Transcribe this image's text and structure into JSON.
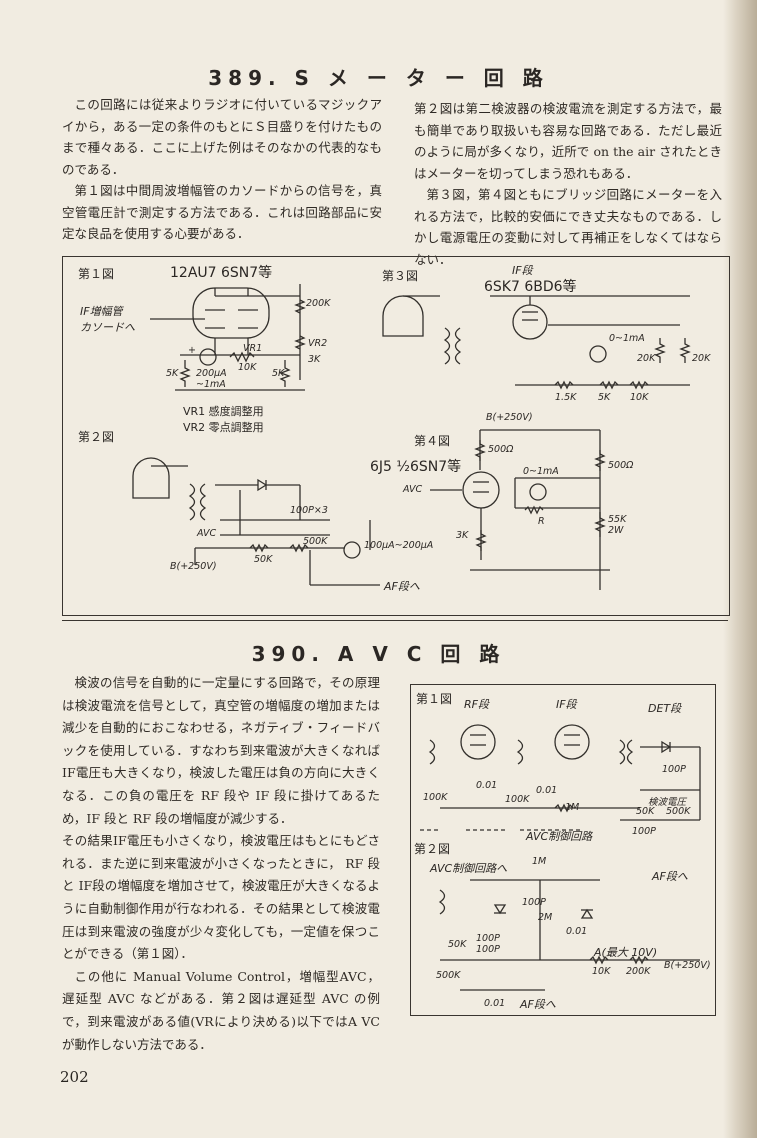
{
  "sec389": {
    "title": "389. S メ ー タ ー 回 路",
    "left_p1": "この回路には従来よりラジオに付いているマジックアイから，ある一定の条件のもとにＳ目盛りを付けたものまで種々ある．ここに上げた例はそのなかの代表的なものである．",
    "left_p2": "第１図は中間周波増幅管のカソードからの信号を，真空管電圧計で測定する方法である．これは回路部品に安定な良品を使用する心要がある．",
    "right_p1": "第２図は第二検波器の検波電流を測定する方法で，最も簡単であり取扱いも容易な回路である．ただし最近のように局が多くなり，近所で on the air されたときはメーターを切ってしまう恐れもある．",
    "right_p2": "第３図，第４図ともにブリッジ回路にメーターを入れる方法で，比較的安価にでき丈夫なものである．しかし電源電圧の変動に対して再補正をしなくてはならない．",
    "figure": {
      "fig1": {
        "label": "第１図",
        "tubes": "12AU7 6SN7等",
        "input": "IF増幅管\nカソードへ",
        "parts": [
          "200K",
          "VR1",
          "VR2",
          "3K",
          "10K",
          "5K",
          "5K",
          "200μA\n~1mA",
          "+"
        ],
        "legend1": "VR1 感度調整用",
        "legend2": "VR2 零点調整用"
      },
      "fig2": {
        "label": "第２図",
        "parts": [
          "AVC",
          "100P×3",
          "500K",
          "50K",
          "100μA~200μA",
          "B(+250V)",
          "AF段へ"
        ]
      },
      "fig3": {
        "label": "第３図",
        "stage": "IF段",
        "tubes": "6SK7 6BD6等",
        "parts": [
          "0~1mA",
          "20K",
          "20K",
          "1.5K",
          "5K",
          "10K"
        ]
      },
      "fig4": {
        "label": "第４図",
        "supply": "B(+250V)",
        "tubes": "6J5 ½6SN7等",
        "parts": [
          "500Ω",
          "0~1mA",
          "500Ω",
          "AVC",
          "R",
          "55K\n2W",
          "3K"
        ]
      }
    }
  },
  "sec390": {
    "title": "390. A V C 回 路",
    "p1": "検波の信号を自動的に一定量にする回路で，その原理は検波電流を信号として，真空管の増幅度の増加または減少を自動的におこなわせる，ネガティブ・フィードバックを使用している．すなわち到来電波が大きくなれば IF電圧も大きくなり，検波した電圧は負の方向に大きくなる．この負の電圧を RF 段や IF 段に掛けてあるため，IF 段と RF 段の増幅度が減少する．",
    "p2": "その結果IF電圧も小さくなり，検波電圧はもとにもどされる．また逆に到来電波が小さくなったときに， RF 段と IF段の増幅度を増加させて，検波電圧が大きくなるように自動制御作用が行なわれる．その結果として検波電圧は到来電波の強度が少々変化しても，一定値を保つことができる（第１図）．",
    "p3": "この他に Manual Volume Control，増幅型AVC，遅延型 AVC などがある．第２図は遅延型 AVC の例で，到来電波がある値(VRにより決める)以下ではA VC が動作しない方法である．",
    "figure": {
      "fig1": {
        "label": "第１図",
        "stages": [
          "RF段",
          "IF段",
          "DET段"
        ],
        "parts": [
          "0.01",
          "100K",
          "0.01",
          "100K",
          "1M",
          "100P",
          "検波電圧",
          "50K",
          "500K",
          "100P"
        ],
        "avc_line": "AVC制御回路",
        "af_out": "AF段へ"
      },
      "fig2": {
        "label": "第２図",
        "avc_line": "AVC制御回路へ",
        "parts": [
          "1M",
          "100P",
          "2M",
          "0.01",
          "50K",
          "100P",
          "100P",
          "A(最大 10V)",
          "10K",
          "200K",
          "B(+250V)",
          "500K",
          "0.01"
        ],
        "af_out": "AF段へ"
      }
    }
  },
  "page_number": "202"
}
